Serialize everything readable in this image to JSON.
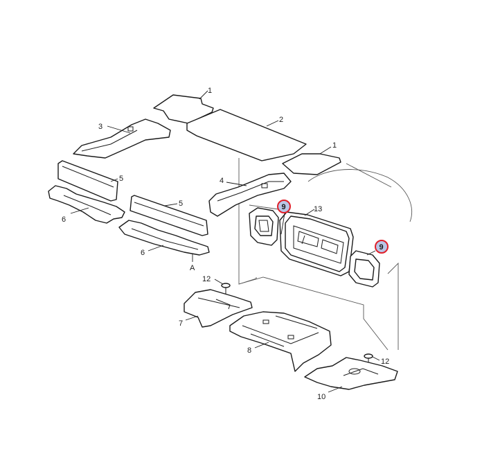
{
  "callouts": {
    "c1a": "1",
    "c1b": "1",
    "c2": "2",
    "c3": "3",
    "c4": "4",
    "c5a": "5",
    "c5b": "5",
    "c6a": "6",
    "c6b": "6",
    "cA": "A",
    "c7": "7",
    "c8": "8",
    "c9a": "9",
    "c9b": "9",
    "c10": "10",
    "c12a": "12",
    "c12b": "12",
    "c13": "13"
  },
  "highlight": {
    "ring_color": "#e0202a",
    "fill_color": "#b9c6e6"
  }
}
